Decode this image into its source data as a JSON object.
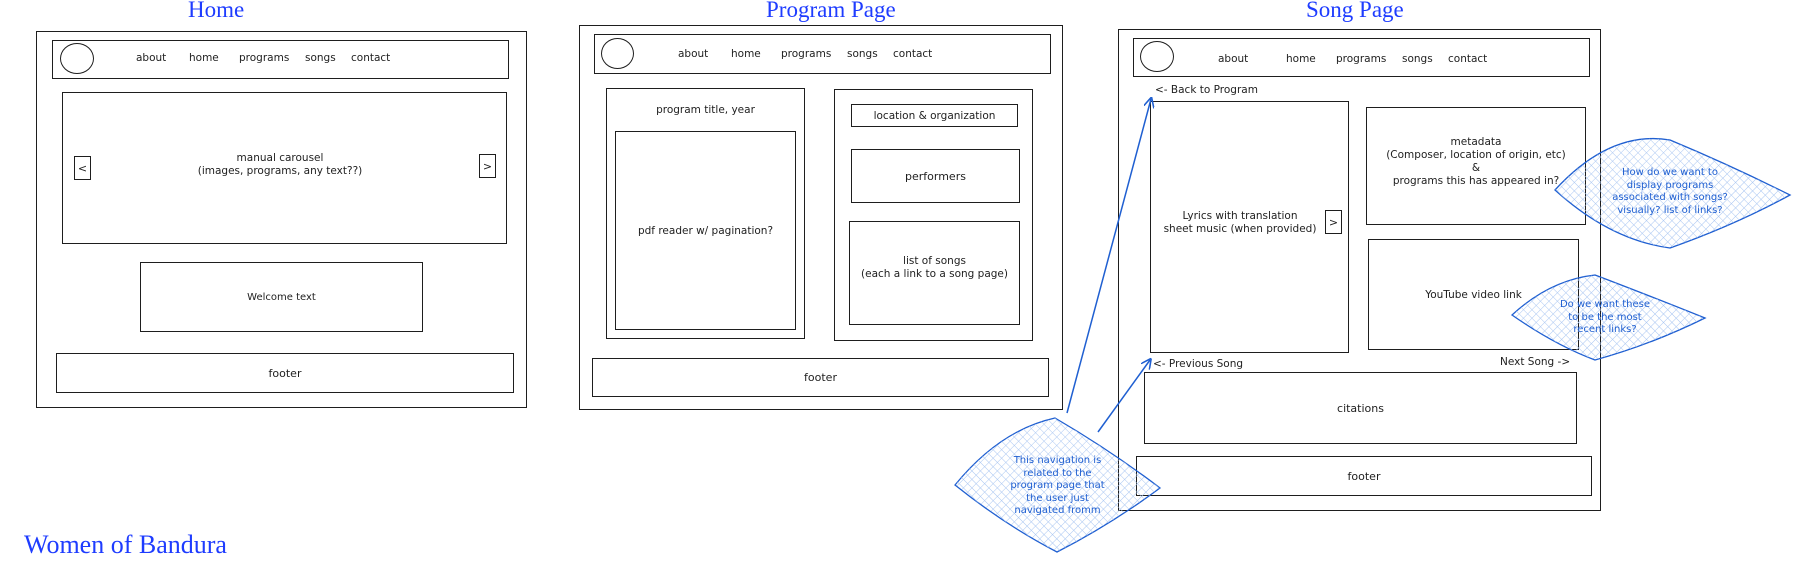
{
  "main_title": "Women of Bandura",
  "nav_items": [
    "about",
    "home",
    "programs",
    "songs",
    "contact"
  ],
  "accent_color": "#1e3cff",
  "annotation_color": "#1f5fd1",
  "home": {
    "title": "Home",
    "carousel_text": "manual carousel\n(images, programs, any text??)",
    "prev_icon": "<",
    "next_icon": ">",
    "welcome_text": "Welcome text",
    "footer": "footer"
  },
  "program": {
    "title": "Program Page",
    "program_title": "program title, year",
    "pdf_reader": "pdf reader w/ pagination?",
    "location": "location & organization",
    "performers": "performers",
    "songs_list": "list of songs\n(each a link to a song page)",
    "footer": "footer"
  },
  "song": {
    "title": "Song Page",
    "back_link": "<- Back to Program",
    "lyrics": "Lyrics with translation\nsheet music (when provided)",
    "lyrics_next_icon": ">",
    "metadata": "metadata\n(Composer, location of origin, etc)\n&\nprograms this has appeared in?",
    "youtube": "YouTube video link",
    "prev_song": "<- Previous Song",
    "next_song": "Next Song ->",
    "citations": "citations",
    "footer": "footer"
  },
  "notes": {
    "programs_question": "How do we want to\ndisplay programs\nassociated with songs?\nvisually? list of links?",
    "recent_links": "Do we want these\nto be the most\nrecent links?",
    "navigation": "This navigation is\nrelated to the\nprogram page that\nthe user just\nnavigated fromm"
  }
}
